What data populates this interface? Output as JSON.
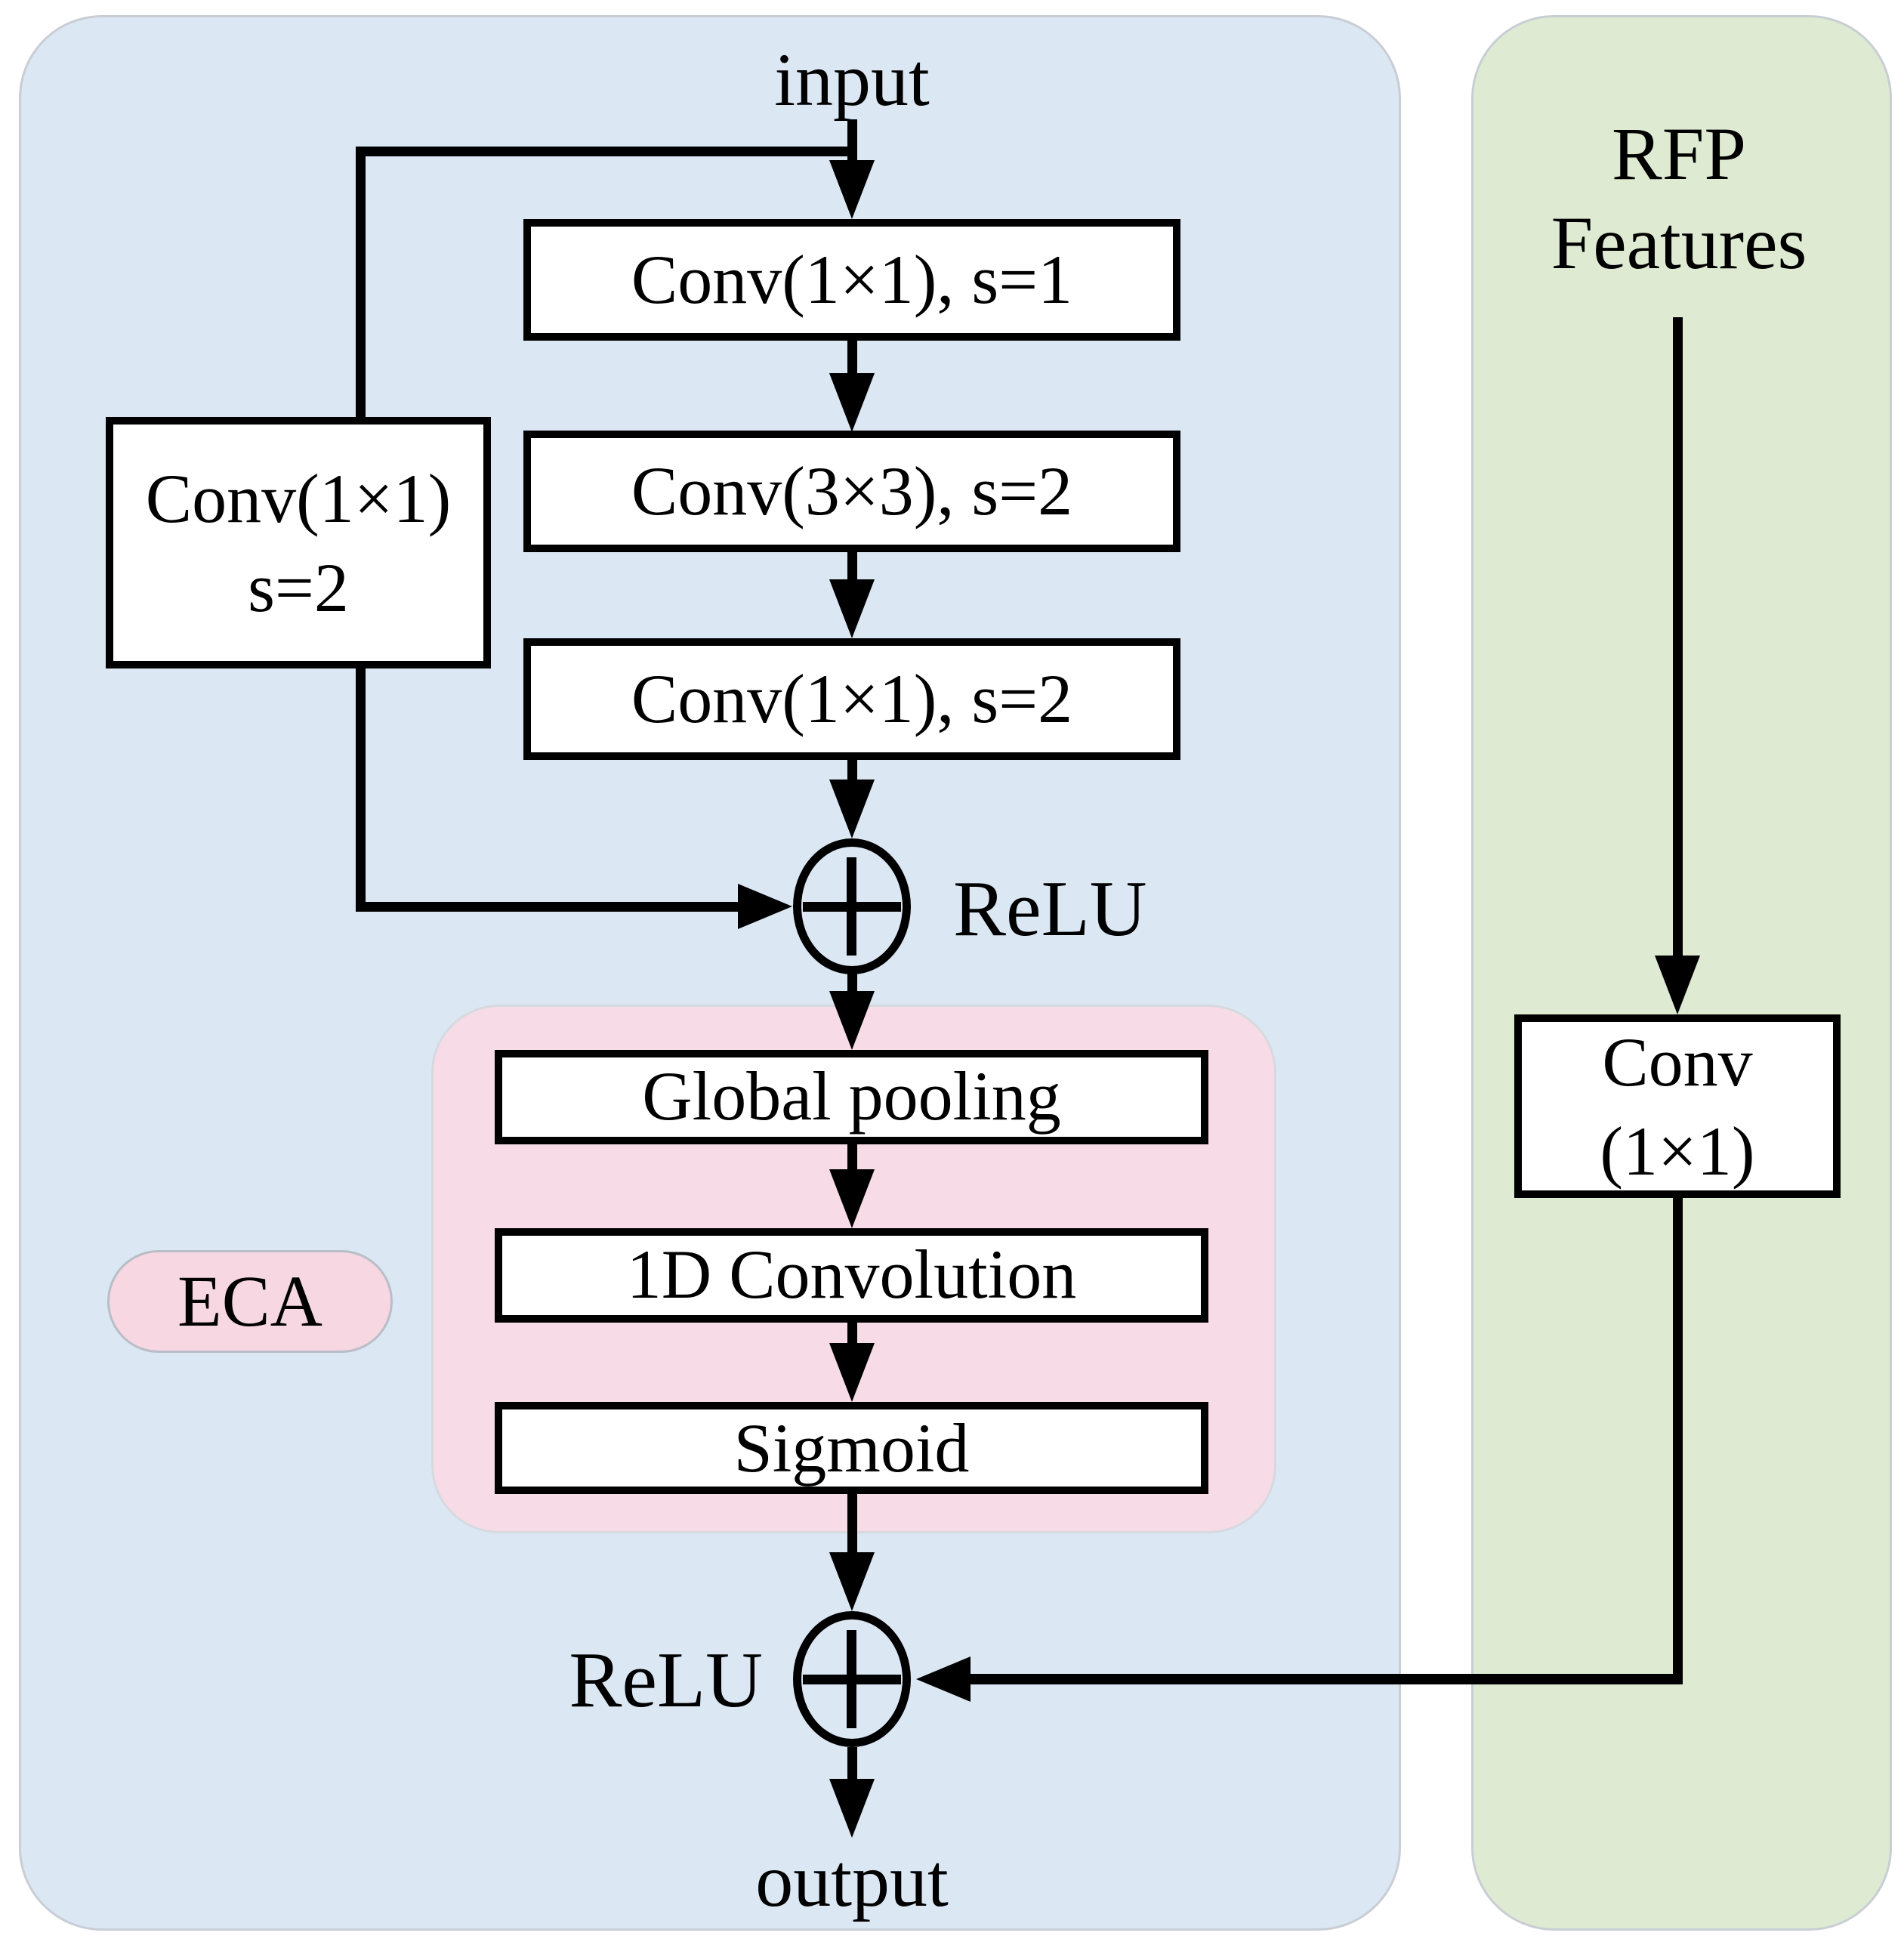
{
  "labels": {
    "input": "input",
    "output": "output",
    "relu_top": "ReLU",
    "relu_bottom": "ReLU",
    "eca": "ECA",
    "rfp_title_line1": "RFP",
    "rfp_title_line2": "Features"
  },
  "boxes": {
    "conv_1x1_s1": "Conv(1×1), s=1",
    "conv_3x3_s2": "Conv(3×3), s=2",
    "conv_1x1_s2": "Conv(1×1), s=2",
    "shortcut_line1": "Conv(1×1)",
    "shortcut_line2": "s=2",
    "global_pooling": "Global pooling",
    "conv_1d": "1D Convolution",
    "sigmoid": "Sigmoid",
    "rfp_conv_line1": "Conv",
    "rfp_conv_line2": "(1×1)"
  },
  "icons": {
    "plus_node_top": "plus-in-circle",
    "plus_node_bottom": "plus-in-circle"
  },
  "colors": {
    "residual_panel_bg": "#dbe7f3",
    "rfp_panel_bg": "#deebd2",
    "eca_region_bg": "#f7dce8",
    "eca_pill_bg": "#f6d7e2",
    "box_bg": "#ffffff",
    "line": "#000000",
    "panel_border": "#c9cdd4"
  }
}
